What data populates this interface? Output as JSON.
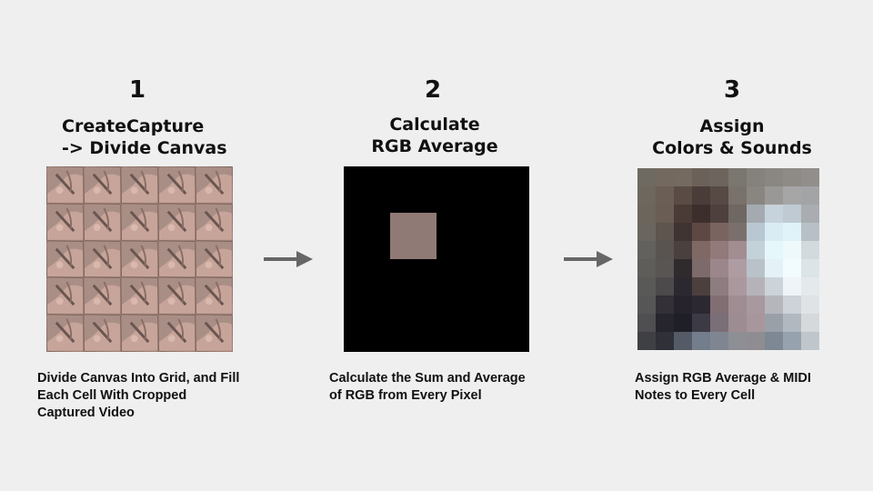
{
  "steps": [
    {
      "number": "1",
      "title_line1": "CreateCapture",
      "title_line2": "-> Divide Canvas",
      "description_lines": [
        "Divide Canvas Into Grid, and Fill",
        "Each Cell With Cropped",
        "Captured Video"
      ]
    },
    {
      "number": "2",
      "title_line1": "Calculate",
      "title_line2": "RGB Average",
      "description_lines": [
        "Calculate the Sum and Average",
        "of RGB from Every Pixel"
      ]
    },
    {
      "number": "3",
      "title_line1": "Assign",
      "title_line2": "Colors & Sounds",
      "description_lines": [
        "Assign RGB Average & MIDI",
        "Notes to Every Cell"
      ]
    }
  ],
  "colors": {
    "background": "#efefef",
    "arrow": "#666666",
    "rgb_canvas": "#000000",
    "average_swatch": "#8f7a76"
  },
  "mosaic_colors": [
    [
      "#6f6a61",
      "#74695f",
      "#746a60",
      "#6c6158",
      "#6d655d",
      "#7a7670",
      "#85817c",
      "#8a8681",
      "#8e8a86",
      "#918e8b"
    ],
    [
      "#6d675e",
      "#6b5f55",
      "#5a4c45",
      "#4a3d39",
      "#574a44",
      "#78716c",
      "#898682",
      "#9a9896",
      "#a6a6a7",
      "#a3a4a6"
    ],
    [
      "#6b655c",
      "#6a5e54",
      "#4b3b36",
      "#3c2e2c",
      "#4e403c",
      "#6e6762",
      "#a5aab0",
      "#c7d3dc",
      "#bfcad3",
      "#a9adb2"
    ],
    [
      "#6a665f",
      "#5d554e",
      "#3f3431",
      "#5e4843",
      "#7a6460",
      "#7b6f6d",
      "#b8c7d1",
      "#d9ecf4",
      "#e0f3f9",
      "#b7c0c6"
    ],
    [
      "#63615d",
      "#59544f",
      "#4a403d",
      "#806965",
      "#92797a",
      "#a28d92",
      "#c3d1d9",
      "#e6f7fc",
      "#eef9fc",
      "#d2dade"
    ],
    [
      "#5e5d5a",
      "#595552",
      "#2f2a2c",
      "#7d6a6a",
      "#9b878b",
      "#ae9ca2",
      "#b9c2c8",
      "#e4f1f6",
      "#f2fbfe",
      "#dde4e8"
    ],
    [
      "#595958",
      "#4c4a4a",
      "#2c2830",
      "#4c403f",
      "#8d7c80",
      "#ab989f",
      "#b5b3b9",
      "#cdd4d9",
      "#eef4f8",
      "#e4e9ec"
    ],
    [
      "#565657",
      "#333037",
      "#26232c",
      "#2b2832",
      "#806e73",
      "#a08c93",
      "#a8999f",
      "#b5b6bc",
      "#cdd3d8",
      "#dfe3e6"
    ],
    [
      "#4f4f52",
      "#26242c",
      "#1f1f27",
      "#3c3a44",
      "#7a6f77",
      "#9d8c92",
      "#a7979d",
      "#9aa0a8",
      "#b1b8bf",
      "#d5d9dc"
    ],
    [
      "#3f4044",
      "#2f3038",
      "#545b67",
      "#737d8b",
      "#7f8692",
      "#8e8e95",
      "#8f8d92",
      "#7d8894",
      "#96a2ad",
      "#c0c7cc"
    ]
  ]
}
